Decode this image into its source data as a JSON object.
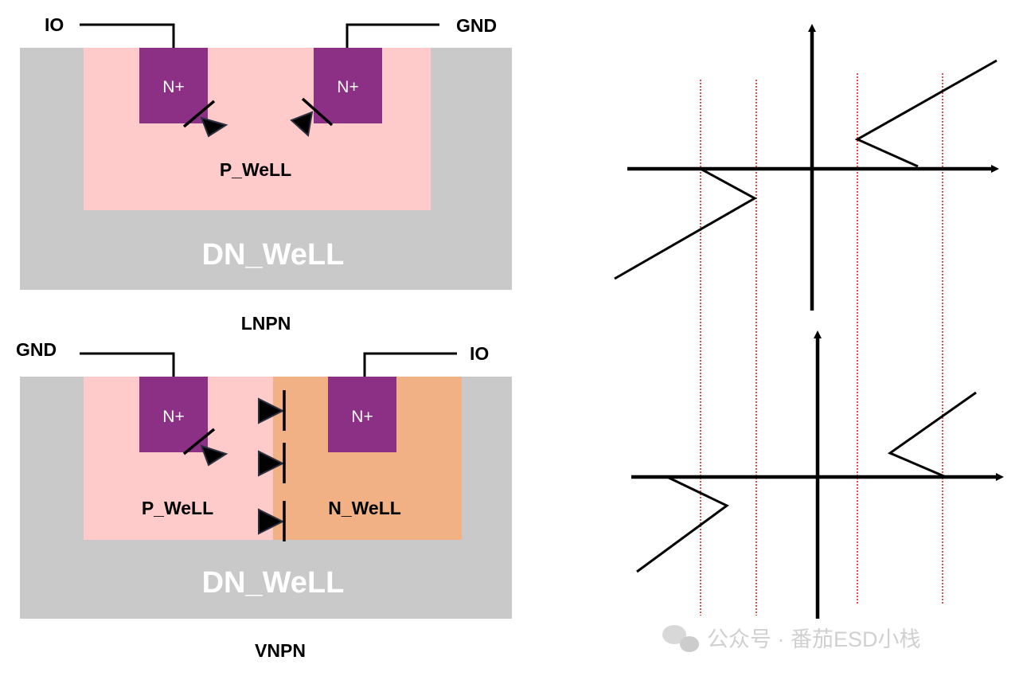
{
  "colors": {
    "dn_well": "#c9c9c9",
    "p_well": "#fecaca",
    "n_well": "#f2b185",
    "n_plus": "#8b3084",
    "guide_line": "#e02020"
  },
  "lnpn": {
    "pin_left": "IO",
    "pin_right": "GND",
    "implant_left": "N+",
    "implant_right": "N+",
    "p_well": "P_WeLL",
    "dn_well": "DN_WeLL",
    "caption": "LNPN"
  },
  "vnpn": {
    "pin_left": "GND",
    "pin_right": "IO",
    "implant_left": "N+",
    "implant_right": "N+",
    "p_well": "P_WeLL",
    "n_well": "N_WeLL",
    "dn_well": "DN_WeLL",
    "caption": "VNPN"
  },
  "watermark": "公众号 · 番茄ESD小栈"
}
